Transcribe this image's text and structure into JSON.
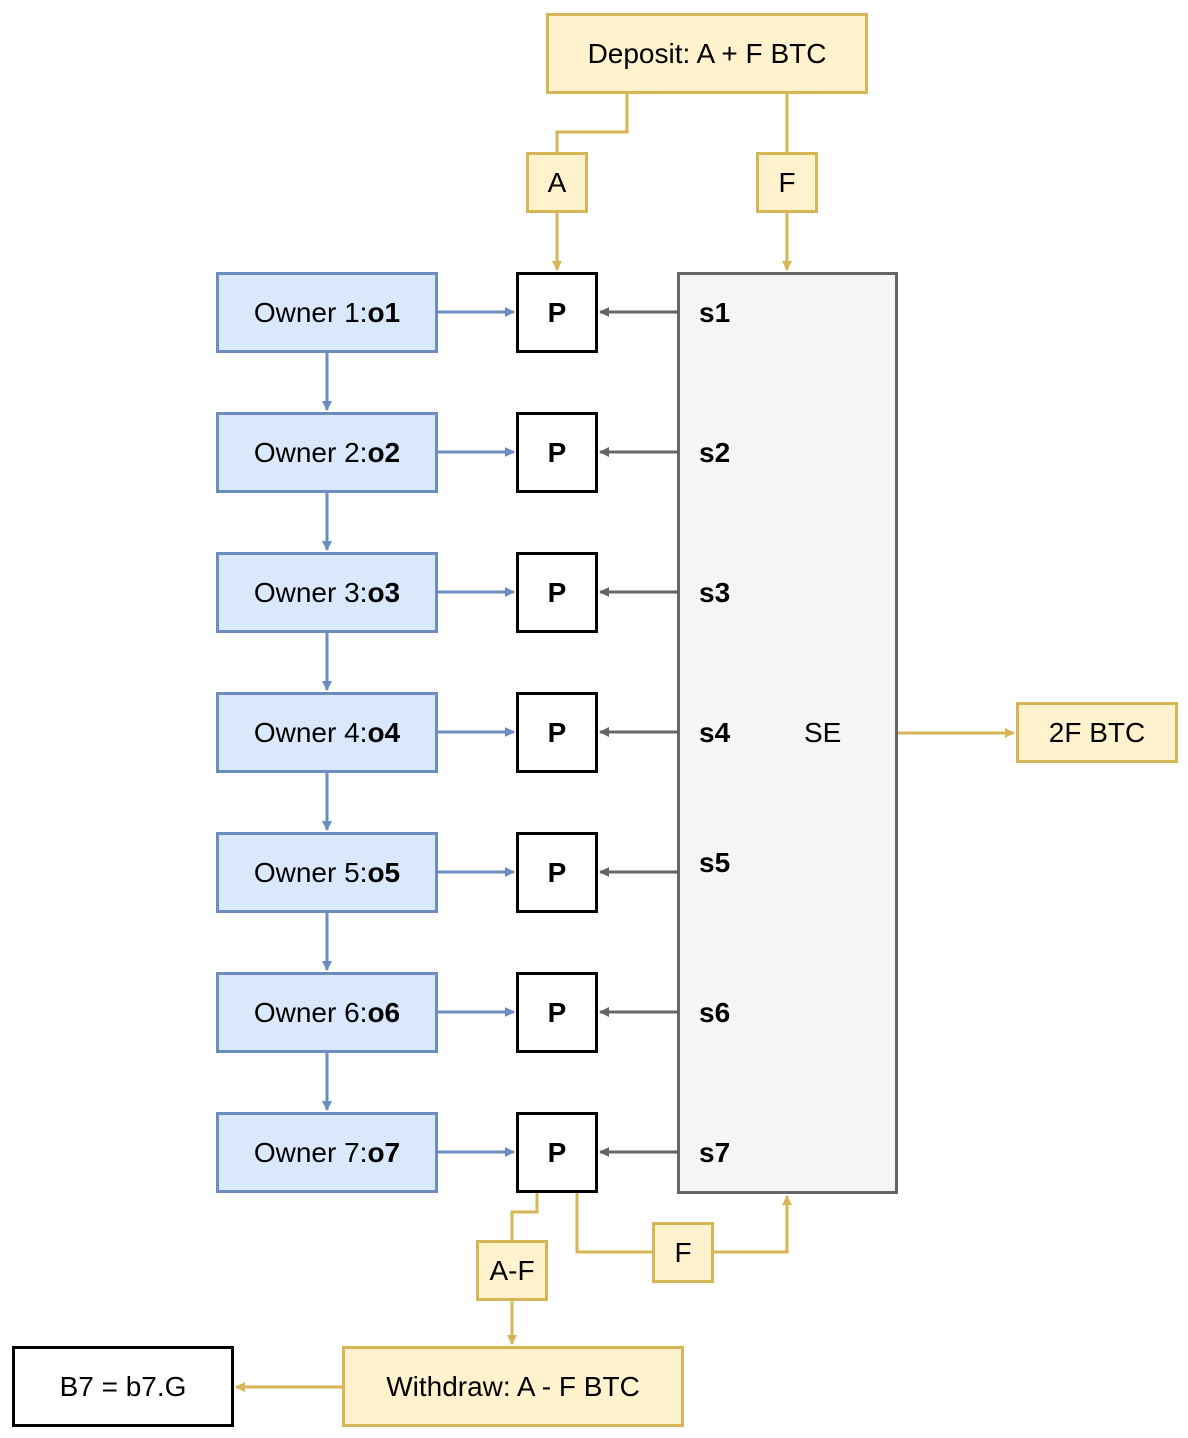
{
  "deposit": "Deposit: A + F BTC",
  "edge_labels": {
    "a": "A",
    "f_top": "F",
    "a_minus_f": "A-F",
    "f_bottom": "F"
  },
  "owners": [
    {
      "label": "Owner 1: ",
      "id": "o1"
    },
    {
      "label": "Owner 2: ",
      "id": "o2"
    },
    {
      "label": "Owner 3: ",
      "id": "o3"
    },
    {
      "label": "Owner 4: ",
      "id": "o4"
    },
    {
      "label": "Owner 5: ",
      "id": "o5"
    },
    {
      "label": "Owner 6: ",
      "id": "o6"
    },
    {
      "label": "Owner 7: ",
      "id": "o7"
    }
  ],
  "p_label": "P",
  "states": [
    "s1",
    "s2",
    "s3",
    "s4",
    "s5",
    "s6",
    "s7"
  ],
  "se_label": "SE",
  "se_output": "2F BTC",
  "withdraw": "Withdraw: A - F BTC",
  "result": "B7 = b7.G",
  "colors": {
    "yellow_fill": "#fff2cc",
    "yellow_stroke": "#d6b656",
    "blue_fill": "#dae8fc",
    "blue_stroke": "#6c8ebf",
    "grey_fill": "#f5f5f5",
    "grey_stroke": "#666666"
  }
}
